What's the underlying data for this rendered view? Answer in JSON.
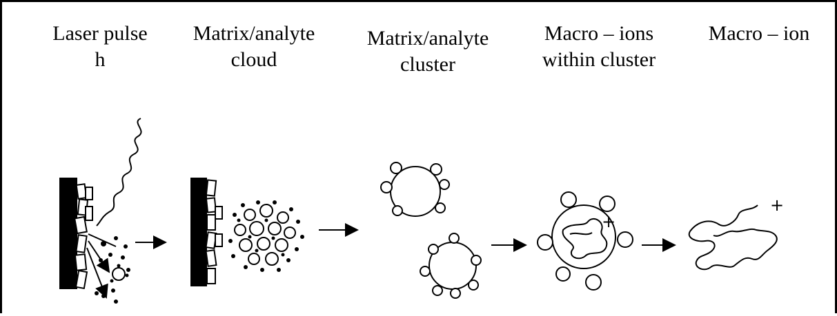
{
  "stages": [
    {
      "line1": "Laser pulse",
      "line2": "h"
    },
    {
      "line1": "Matrix/analyte",
      "line2": "cloud"
    },
    {
      "line1": "Matrix/analyte",
      "line2": "cluster"
    },
    {
      "line1": "Macro – ions",
      "line2": "within cluster"
    },
    {
      "line1": "Macro – ion",
      "line2": ""
    }
  ],
  "charge_symbol": "+",
  "colors": {
    "ink": "#000000",
    "background": "#ffffff"
  }
}
